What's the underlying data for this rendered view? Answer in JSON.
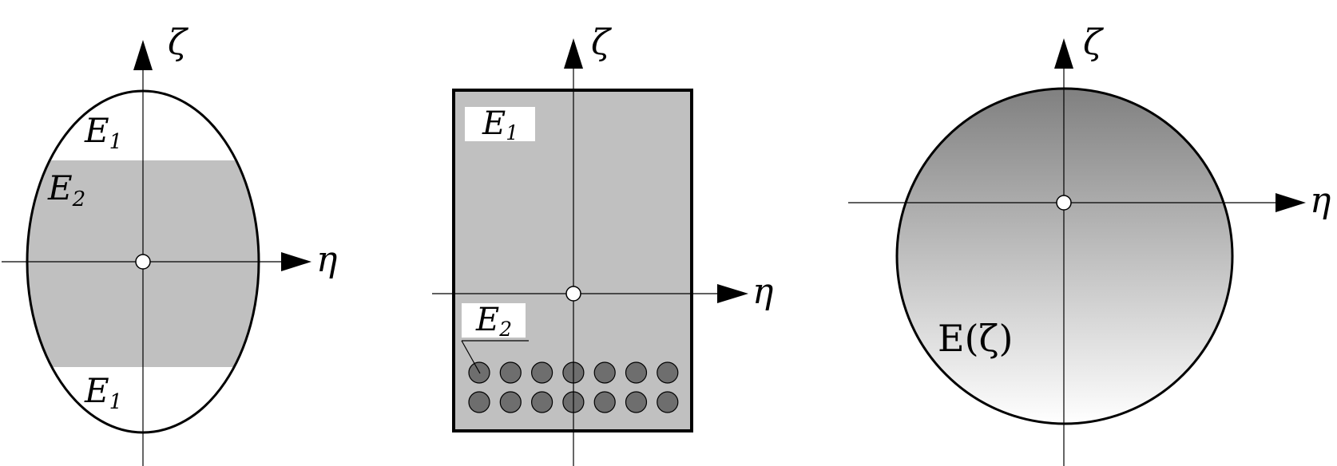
{
  "figure1": {
    "axis_vertical": "ζ",
    "axis_horizontal": "η",
    "label_top": "E",
    "label_top_sub": "1",
    "label_middle": "E",
    "label_middle_sub": "2",
    "label_bottom": "E",
    "label_bottom_sub": "1",
    "color_band": "#c0c0c0"
  },
  "figure2": {
    "axis_vertical": "ζ",
    "axis_horizontal": "η",
    "label_top": "E",
    "label_top_sub": "1",
    "label_rebar": "E",
    "label_rebar_sub": "2",
    "color_fill": "#c0c0c0",
    "color_rebar": "#6e6e6e",
    "rebar_rows": 2,
    "rebar_per_row": 7
  },
  "figure3": {
    "axis_vertical": "ζ",
    "axis_horizontal": "η",
    "label_function": "E(ζ)",
    "gradient_top": "#808080",
    "gradient_bottom": "#ffffff"
  }
}
